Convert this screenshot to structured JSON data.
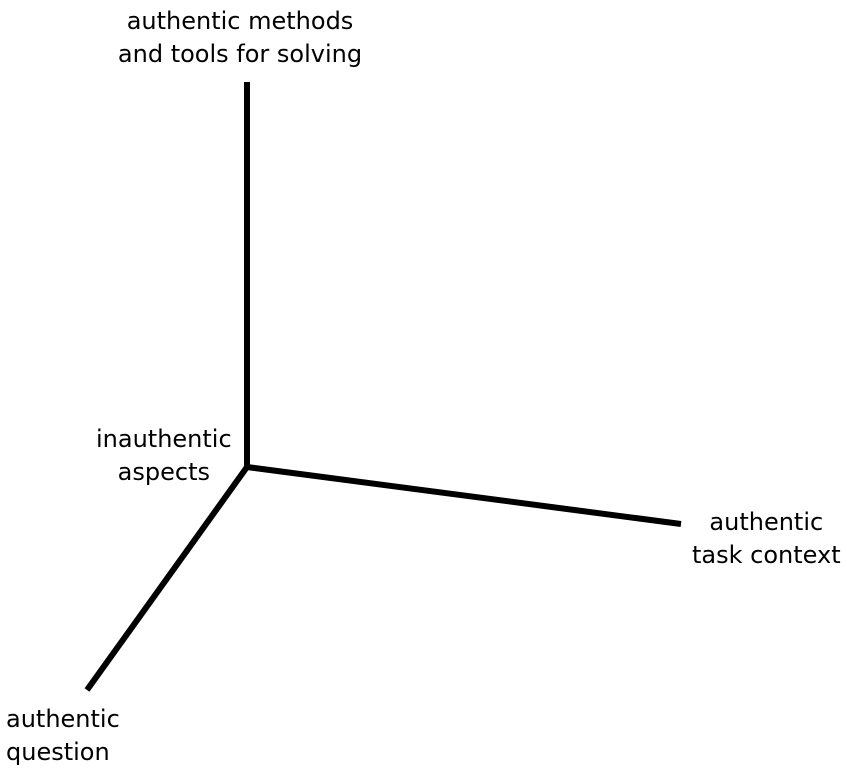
{
  "axes": {
    "vertical": {
      "label_line1": "authentic methods",
      "label_line2": "and tools for solving"
    },
    "horizontal": {
      "label_line1": "authentic",
      "label_line2": "task context"
    },
    "diagonal": {
      "label_line1": "authentic",
      "label_line2": "question"
    }
  },
  "origin": {
    "label_line1": "inauthentic",
    "label_line2": "aspects"
  },
  "colors": {
    "line": "#000000",
    "background": "#ffffff"
  }
}
